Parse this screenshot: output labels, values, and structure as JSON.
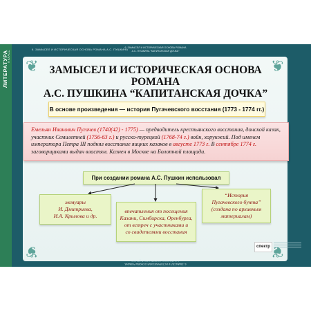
{
  "poster": {
    "side_tab": {
      "subject": "ЛИТЕРАТУРА",
      "grade": "9 КЛАСС"
    },
    "header_left": "6. ЗАМЫСЕЛ И ИСТОРИЧЕСКАЯ ОСНОВА РОМАНА А.С. ПУШКИНА",
    "header_center_line1": "6. ЗАМЫСЕЛ И ИСТОРИЧЕСКАЯ ОСНОВА РОМАНА",
    "header_center_line2": "А.С. ПУШКИНА \"КАПИТАНСКАЯ ДОЧКА\"",
    "footer_center_line1": "6. ЗАМЫСЕЛ И ИСТОРИЧЕСКАЯ ОСНОВА РОМАНА",
    "footer_center_line2": "А.С. ПУШКИНА \"КАПИТАНСКАЯ ДОЧКА\"",
    "title_line1": "ЗАМЫСЕЛ И ИСТОРИЧЕСКАЯ ОСНОВА РОМАНА",
    "title_line2": "А.С. ПУШКИНА “КАПИТАНСКАЯ ДОЧКА”",
    "basis": "В основе произведения — история Пугачевского восстания (1773 - 1774 гг.)",
    "bio": {
      "name": "Емельян Иванович Пугачев",
      "years": "(1740(42) - 1775)",
      "text1": " — предводитель крестьянского восстания, донской казак,  участник Семилетней ",
      "dates1": "(1756-63 г.)",
      "text2": " и русско-турецкой ",
      "dates2": "(1768-74 г.)",
      "text3": " войн, хорунжий. Под именем императора Петра III поднял восстание яицких казаков в ",
      "dates3": "августе 1773 г.",
      "text4": " В ",
      "dates4": "сентябре 1774 г.",
      "text5": " заговорщиками выдан властям. Казнен в Москве на Болотной площади."
    },
    "sources_heading": "При создании романа А.С. Пушкин использовал",
    "sources": {
      "memoirs": [
        "мемуары",
        "И. Дмитриева,",
        "И.А. Крылова и др."
      ],
      "impressions": [
        "впечатления от посещения",
        "Казани, Симбирска, Оренбурга,",
        "от встреч с участниками и",
        "со свидетелями восстания"
      ],
      "history": [
        "“История",
        "Пугачевского бунта”",
        "(создана по архивным",
        "материалам)"
      ]
    },
    "publisher_logo": "спектр"
  },
  "colors": {
    "frame": "#1d5c68",
    "side_tab": "#2d7f57",
    "basis_box": "#fffbe0",
    "bio_box": "#f6d2d2",
    "sources_box": "#eaf5c8",
    "accent_red": "#c01010",
    "leaf_text": "#8b1010"
  }
}
